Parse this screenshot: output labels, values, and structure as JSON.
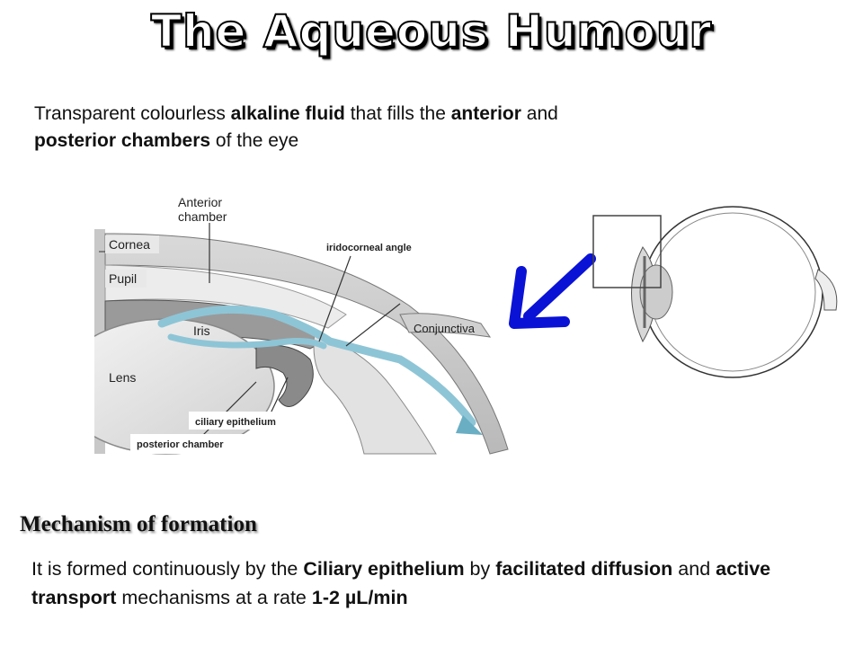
{
  "title": "The Aqueous Humour",
  "intro": {
    "t1": "Transparent colourless ",
    "b1": "alkaline fluid",
    "t2": " that fills the ",
    "b2": "anterior",
    "t3": " and ",
    "b3": "posterior chambers",
    "t4": " of the eye"
  },
  "diagram": {
    "labels": {
      "anterior_chamber_1": "Anterior",
      "anterior_chamber_2": "chamber",
      "cornea": "Cornea",
      "iridocorneal_angle": "iridocorneal angle",
      "pupil": "Pupil",
      "iris": "Iris",
      "conjunctiva": "Conjunctiva",
      "lens": "Lens",
      "ciliary_epithelium": "ciliary epithelium",
      "posterior_chamber": "posterior chamber"
    },
    "colors": {
      "flow": "#8ec5d6",
      "arrow": "#0a12d6"
    }
  },
  "mechanism": {
    "heading": "Mechanism of formation",
    "t1": "It is formed continuously by the ",
    "b1": "Ciliary epithelium",
    "t2": " by ",
    "b2": "facilitated diffusion",
    "t3": " and ",
    "b3": "active transport",
    "t4": " mechanisms at a rate ",
    "b4": "1-2 µL/min"
  }
}
